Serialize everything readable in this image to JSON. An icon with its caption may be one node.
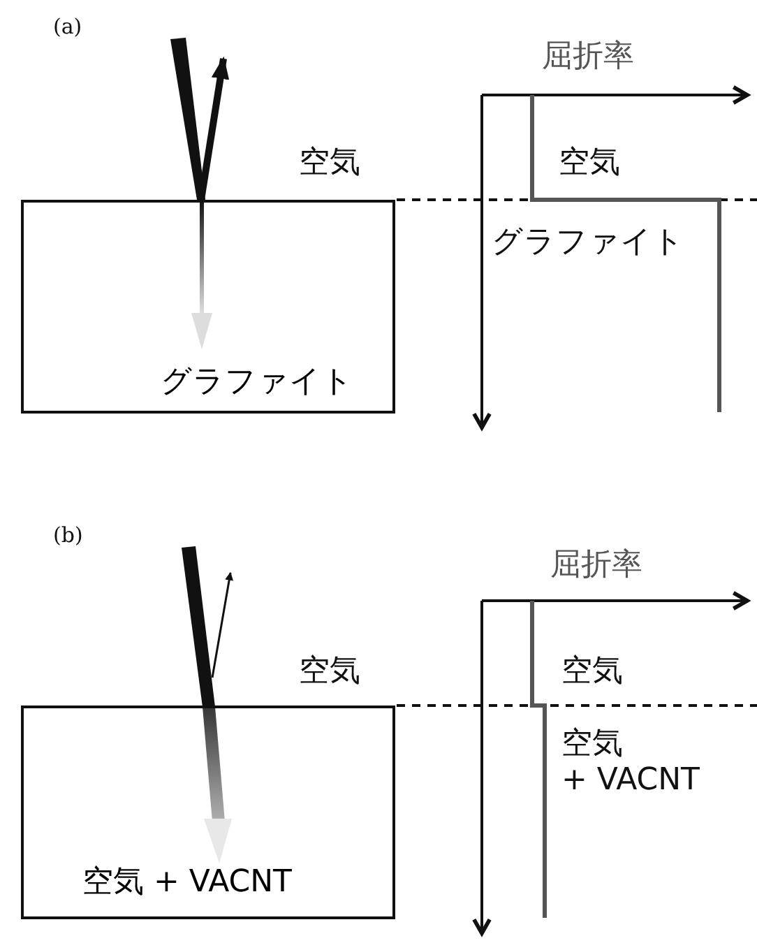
{
  "diagram": {
    "nodes": [
      {
        "text": [
          "グラファイト"
        ]
      },
      {
        "text": [
          "空気 + VACNT"
        ]
      }
    ],
    "labels": [
      "(a)",
      "屈折率",
      "空気",
      "空気",
      "グラファイト",
      "(b)",
      "屈折率",
      "空気",
      "空気",
      "空気 + VACNT"
    ]
  }
}
